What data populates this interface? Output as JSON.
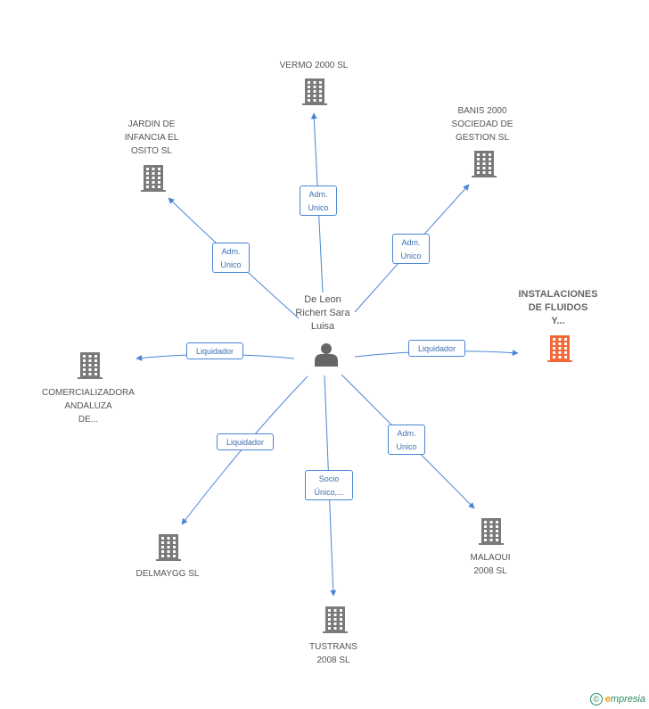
{
  "center": {
    "name": "De Leon\nRichert Sara\nLuisa",
    "icon": "person-icon"
  },
  "nodes": [
    {
      "id": "vermo",
      "name": "VERMO 2000 SL",
      "role": "Adm.\nUnico",
      "focus": false
    },
    {
      "id": "banis",
      "name": "BANIS 2000\nSOCIEDAD DE\nGESTION SL",
      "role": "Adm.\nUnico",
      "focus": false
    },
    {
      "id": "jardin",
      "name": "JARDIN DE\nINFANCIA EL\nOSITO SL",
      "role": "Adm.\nUnico",
      "focus": false
    },
    {
      "id": "instalaciones",
      "name": "INSTALACIONES\nDE FLUIDOS\nY...",
      "role": "Liquidador",
      "focus": true
    },
    {
      "id": "comercializadora",
      "name": "COMERCIALIZADORA\nANDALUZA\nDE...",
      "role": "Liquidador",
      "focus": false
    },
    {
      "id": "delmaygg",
      "name": "DELMAYGG SL",
      "role": "Liquidador",
      "focus": false
    },
    {
      "id": "tustrans",
      "name": "TUSTRANS\n2008 SL",
      "role": "Socio\nÚnico,...",
      "focus": false
    },
    {
      "id": "malaoui",
      "name": "MALAOUI\n2008 SL",
      "role": "Adm.\nUnico",
      "focus": false
    }
  ],
  "colors": {
    "edge": "#4a86d6",
    "building": "#7a7a7a",
    "focus_building": "#f26a3b",
    "person": "#666666"
  },
  "footer": {
    "copyright": "©",
    "brand": "mpresia",
    "brand_initial": "e"
  }
}
